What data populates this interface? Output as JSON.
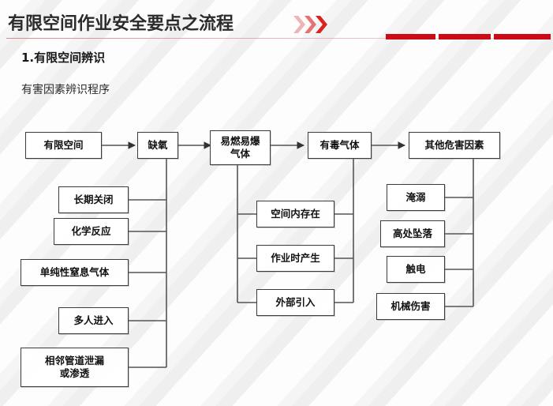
{
  "header": {
    "title": "有限空间作业安全要点之流程",
    "chevron_icon": "double-chevron-right-icon",
    "accent_color": "#cc0b15",
    "rule_color": "#d67882"
  },
  "section": {
    "number_title": "1.有限空间辨识",
    "subtitle": "有害因素辨识程序"
  },
  "chart_data": {
    "type": "diagram",
    "title": "有害因素辨识程序",
    "main_chain": [
      {
        "id": "n1",
        "label": "有限空间"
      },
      {
        "id": "n2",
        "label": "缺氧"
      },
      {
        "id": "n3",
        "label": "易燃易爆\n气体"
      },
      {
        "id": "n4",
        "label": "有毒气体"
      },
      {
        "id": "n5",
        "label": "其他危害因素"
      }
    ],
    "branches": [
      {
        "parent": "缺氧",
        "side": "left",
        "items": [
          "长期关闭",
          "化学反应",
          "单纯性窒息气体",
          "多人进入",
          "相邻管道泄漏\n或渗透"
        ]
      },
      {
        "parent": "易燃易爆气体 / 有毒气体",
        "side": "center",
        "items": [
          "空间内存在",
          "作业时产生",
          "外部引入"
        ]
      },
      {
        "parent": "其他危害因素",
        "side": "right",
        "items": [
          "淹溺",
          "高处坠落",
          "触电",
          "机械伤害"
        ]
      }
    ]
  },
  "nodes": {
    "main_1": "有限空间",
    "main_2": "缺氧",
    "main_3_line1": "易燃易爆",
    "main_3_line2": "气体",
    "main_4": "有毒气体",
    "main_5": "其他危害因素",
    "left_1": "长期关闭",
    "left_2": "化学反应",
    "left_3": "单纯性窒息气体",
    "left_4": "多人进入",
    "left_5_line1": "相邻管道泄漏",
    "left_5_line2": "或渗透",
    "mid_1": "空间内存在",
    "mid_2": "作业时产生",
    "mid_3": "外部引入",
    "right_1": "淹溺",
    "right_2": "高处坠落",
    "right_3": "触电",
    "right_4": "机械伤害"
  }
}
